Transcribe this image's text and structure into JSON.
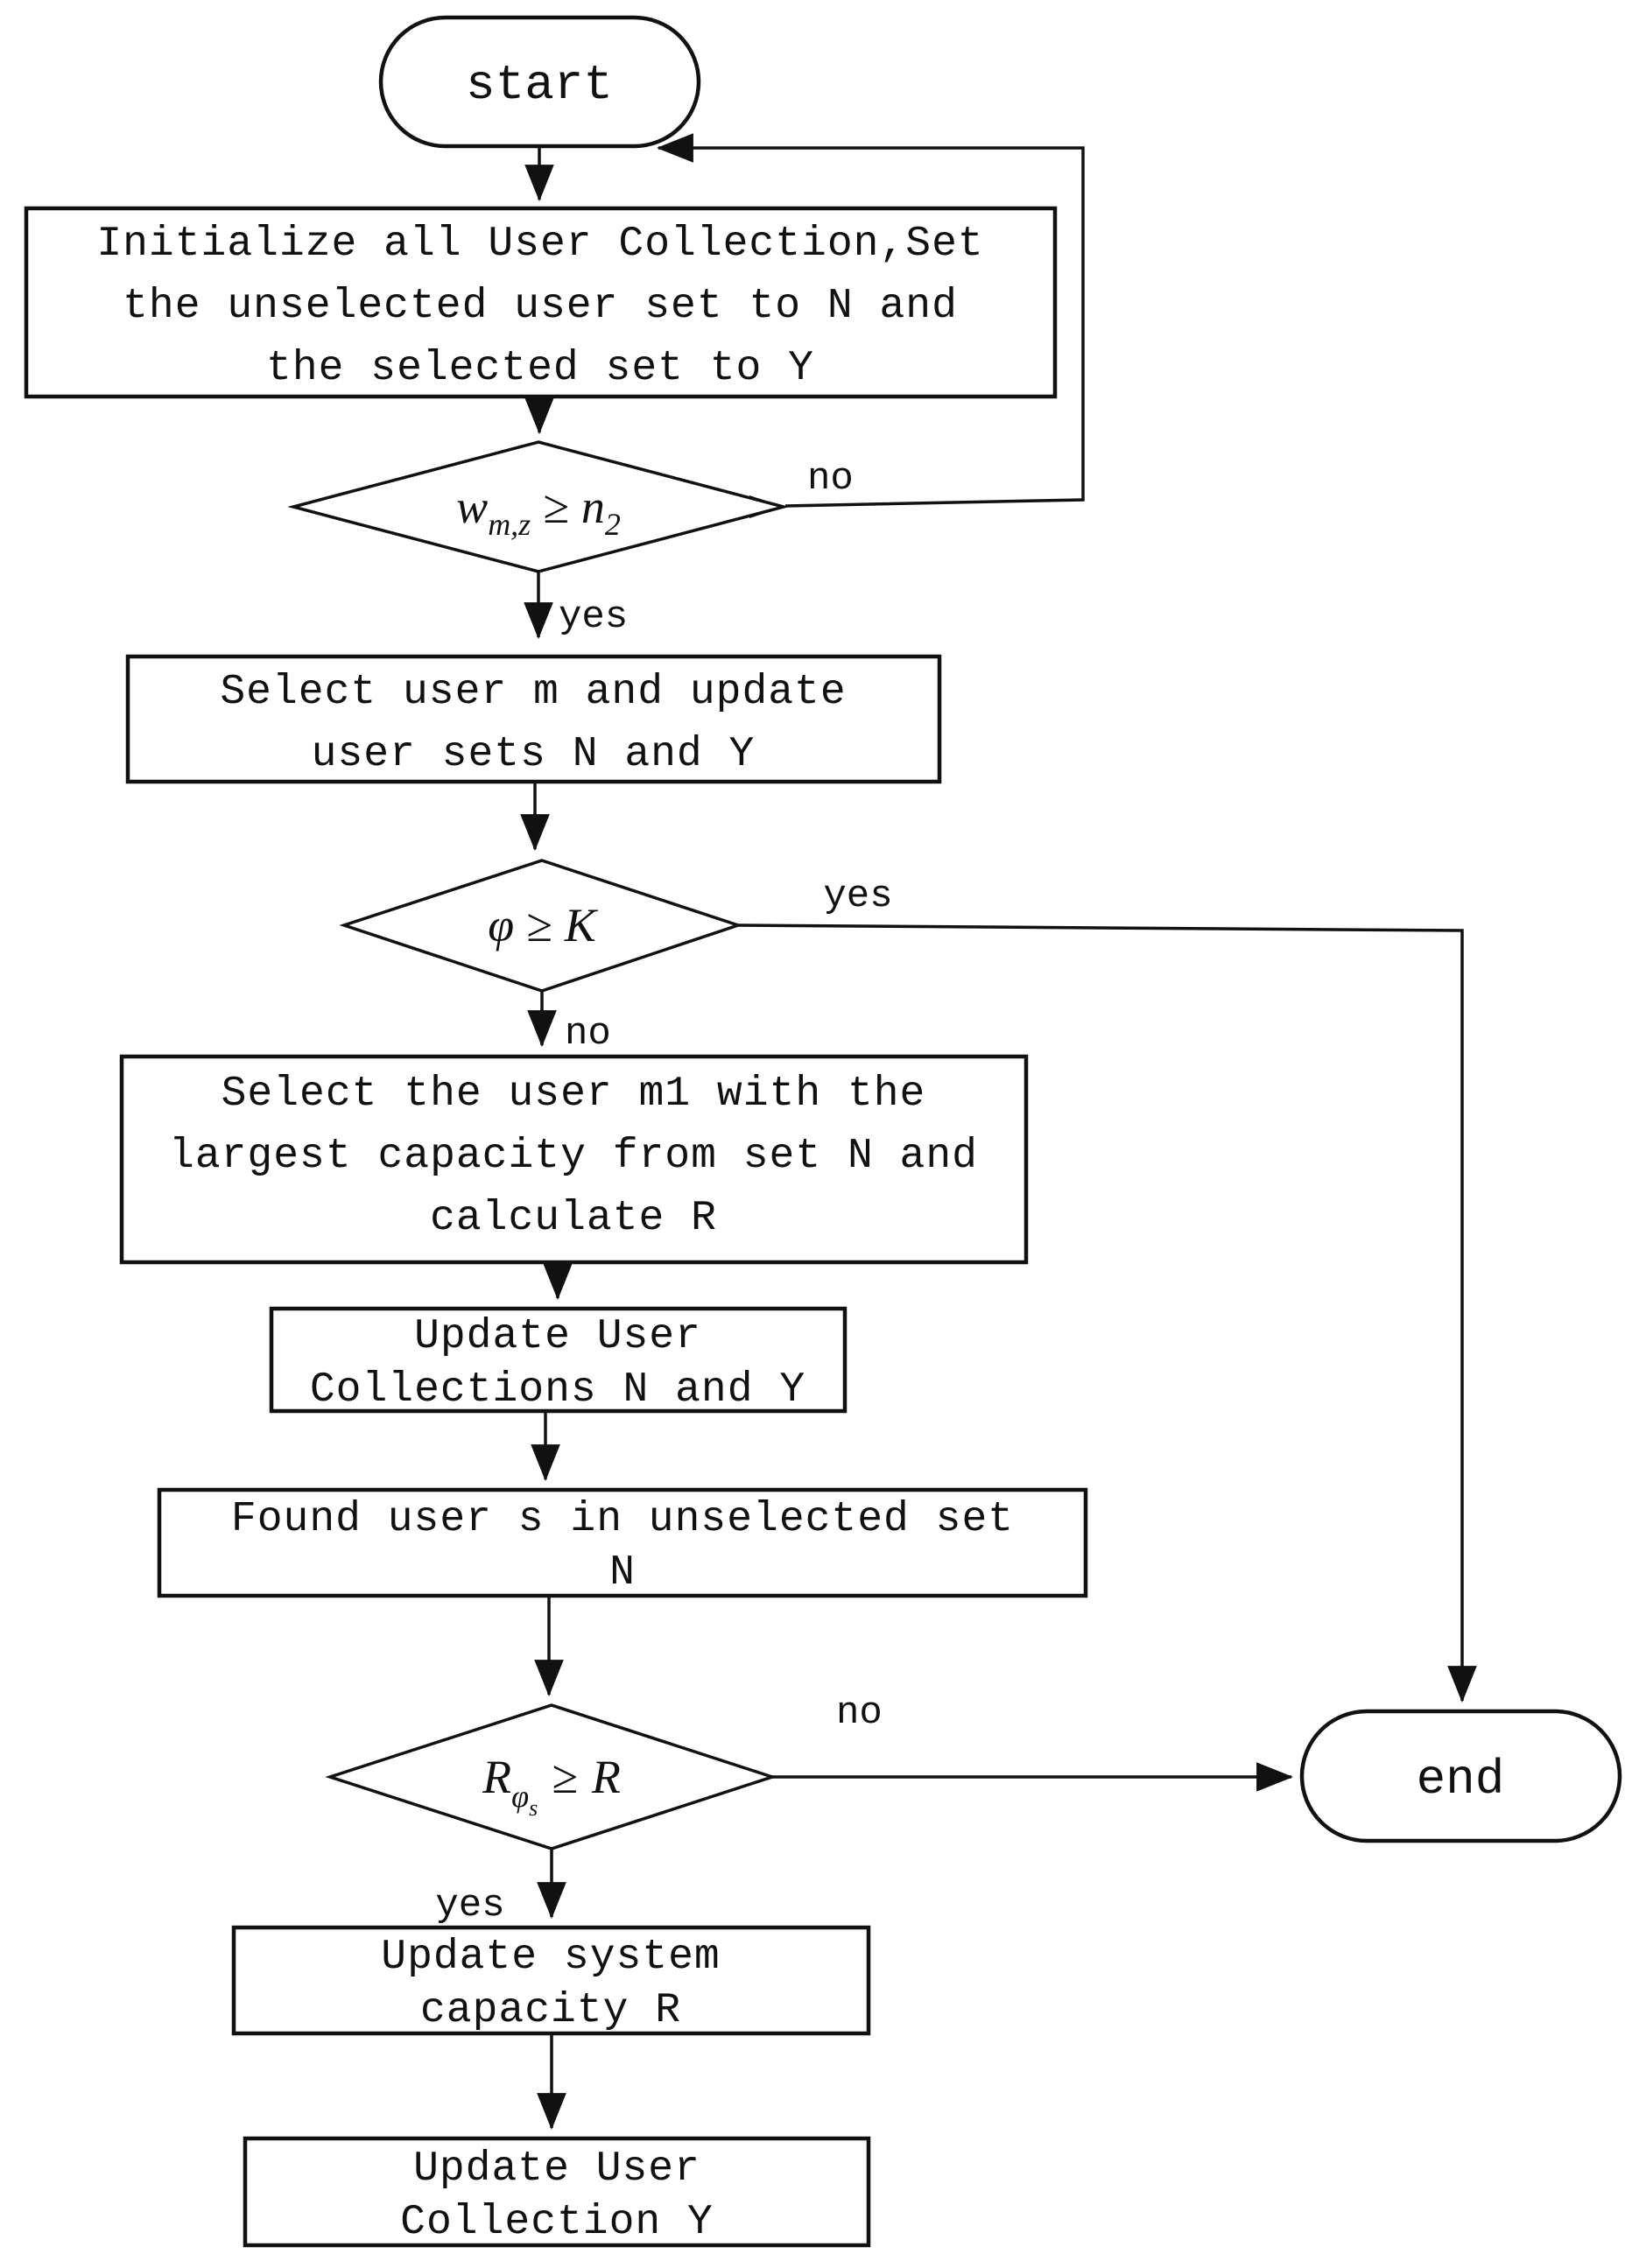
{
  "diagram": {
    "title": "user selection flowchart",
    "background_color": "#ffffff",
    "stroke_color": "#111111"
  },
  "nodes": {
    "start": {
      "label": "start"
    },
    "init": {
      "line1": "Initialize all User Collection,Set",
      "line2": "the unselected user set to N and",
      "line3": "the selected set to Y"
    },
    "cond1": {
      "base1": "w",
      "sub1": "m,z",
      "op": "≥",
      "base2": "n",
      "sub2": "2"
    },
    "select_m": {
      "line1": "Select user m and update",
      "line2": "user sets N and Y"
    },
    "cond2": {
      "base1": "φ",
      "op": "≥",
      "base2": "K"
    },
    "select_m1": {
      "line1": "Select the user m1 with the",
      "line2": "largest capacity from set N and",
      "line3": "calculate R"
    },
    "update_collections": {
      "line1": "Update User",
      "line2": "Collections N and Y"
    },
    "found_user": {
      "line1": "Found user s in unselected set",
      "line2": "N"
    },
    "cond3": {
      "base1": "R",
      "sub1": "φ",
      "subsub1": "s",
      "op": "≥",
      "base2": "R"
    },
    "update_capacity": {
      "line1": "Update system",
      "line2": "capacity R"
    },
    "update_collection_y": {
      "line1": "Update User",
      "line2": "Collection Y"
    },
    "end": {
      "label": "end"
    }
  },
  "edge_labels": {
    "cond1_no": "no",
    "cond1_yes": "yes",
    "cond2_yes": "yes",
    "cond2_no": "no",
    "cond3_no": "no",
    "cond3_yes": "yes"
  }
}
